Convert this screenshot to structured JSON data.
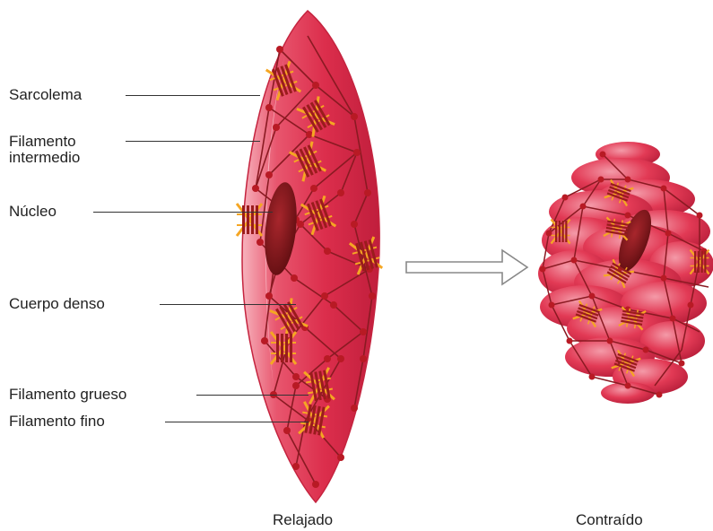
{
  "labels": {
    "sarcolema": "Sarcolema",
    "filamento_intermedio_line1": "Filamento",
    "filamento_intermedio_line2": "intermedio",
    "nucleo": "Núcleo",
    "cuerpo_denso": "Cuerpo denso",
    "filamento_grueso": "Filamento grueso",
    "filamento_fino": "Filamento fino"
  },
  "captions": {
    "relajado": "Relajado",
    "contraido": "Contraído"
  },
  "colors": {
    "cell_fill": "#e23a55",
    "cell_light": "#f6a0ad",
    "cell_dark": "#b81e3a",
    "network": "#8a1a22",
    "node": "#b81a24",
    "nucleus": "#7a1418",
    "myosin": "#9a1c1c",
    "actin": "#f5a623",
    "leader_line": "#333333",
    "arrow": "#888888"
  }
}
